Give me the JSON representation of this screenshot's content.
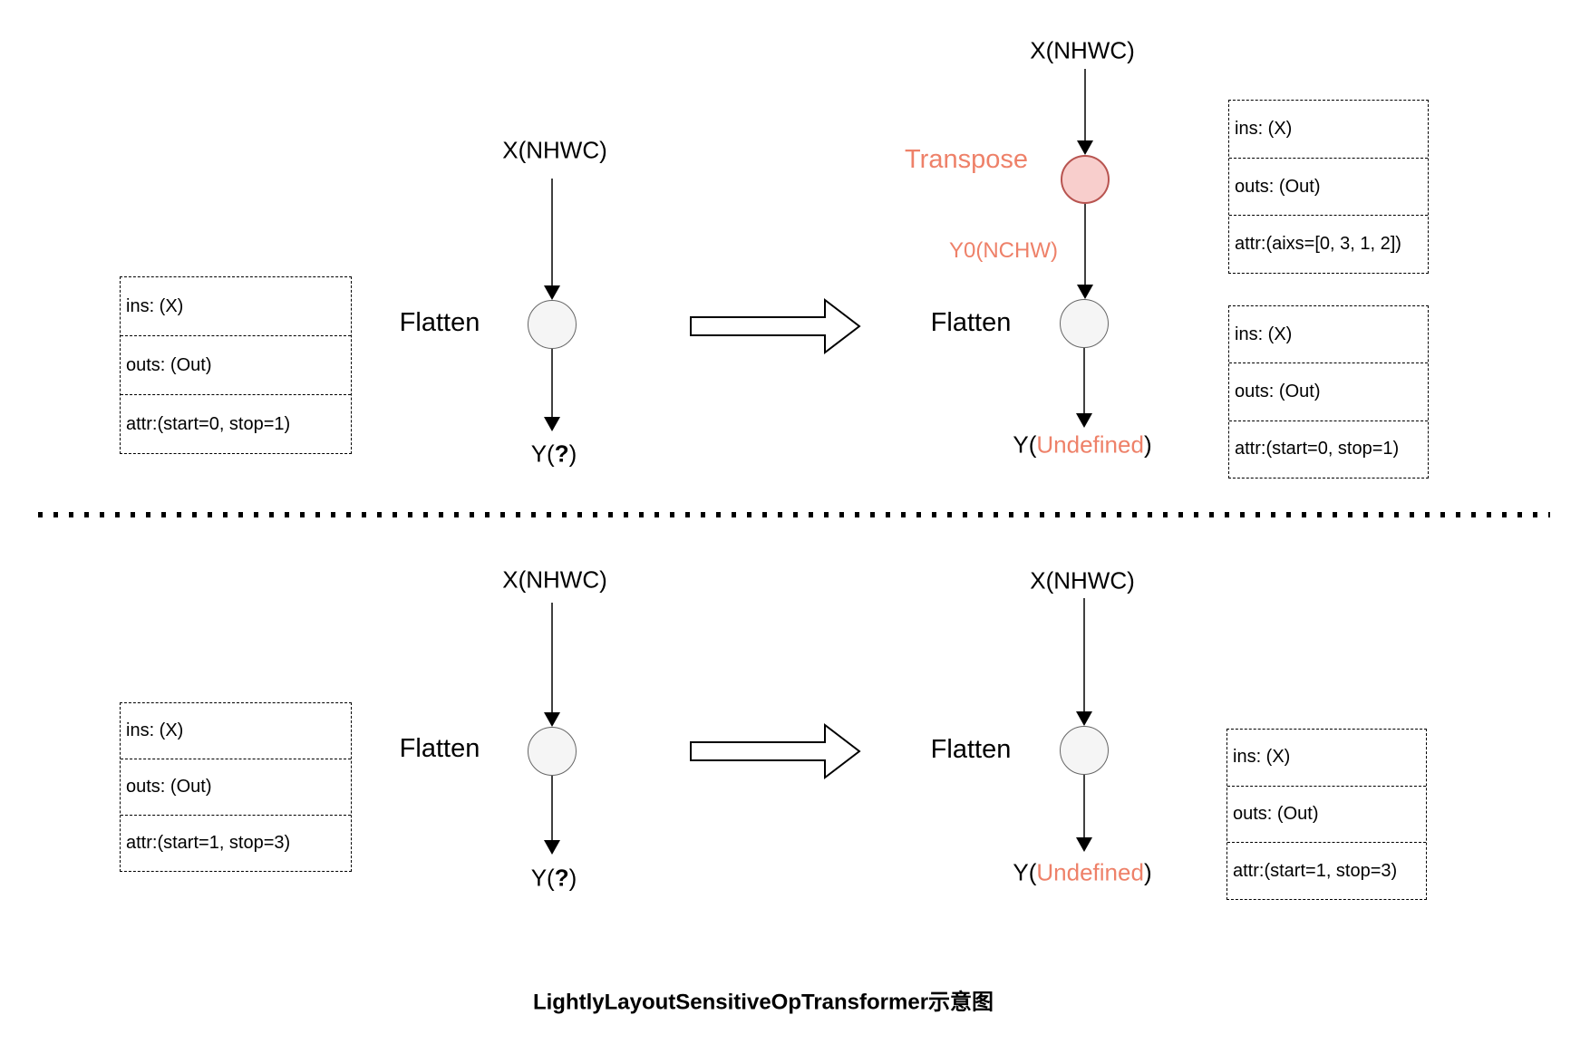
{
  "colors": {
    "accent": "#EE8169",
    "transpose_fill": "#F8CECC",
    "transpose_stroke": "#B85450",
    "node_fill": "#F5F5F5",
    "node_stroke": "#666666"
  },
  "caption": "LightlyLayoutSensitiveOpTransformer示意图",
  "top": {
    "before": {
      "input_label": "X(NHWC)",
      "node_label": "Flatten",
      "output": {
        "prefix": "Y(",
        "value": "?",
        "suffix": ")"
      },
      "attr_box": {
        "ins": "ins: (X)",
        "outs": "outs: (Out)",
        "attr": "attr:(start=0, stop=1)"
      }
    },
    "after": {
      "input_label": "X(NHWC)",
      "transpose_label": "Transpose",
      "intermediate_label": "Y0(NCHW)",
      "node_label": "Flatten",
      "output": {
        "prefix": "Y(",
        "value": "Undefined",
        "suffix": ")"
      },
      "transpose_attr_box": {
        "ins": "ins: (X)",
        "outs": "outs: (Out)",
        "attr": "attr:(aixs=[0, 3, 1, 2])"
      },
      "flatten_attr_box": {
        "ins": "ins: (X)",
        "outs": "outs: (Out)",
        "attr": "attr:(start=0, stop=1)"
      }
    }
  },
  "bottom": {
    "before": {
      "input_label": "X(NHWC)",
      "node_label": "Flatten",
      "output": {
        "prefix": "Y(",
        "value": "?",
        "suffix": ")"
      },
      "attr_box": {
        "ins": "ins: (X)",
        "outs": "outs: (Out)",
        "attr": "attr:(start=1, stop=3)"
      }
    },
    "after": {
      "input_label": "X(NHWC)",
      "node_label": "Flatten",
      "output": {
        "prefix": "Y(",
        "value": "Undefined",
        "suffix": ")"
      },
      "flatten_attr_box": {
        "ins": "ins: (X)",
        "outs": "outs: (Out)",
        "attr": "attr:(start=1, stop=3)"
      }
    }
  }
}
